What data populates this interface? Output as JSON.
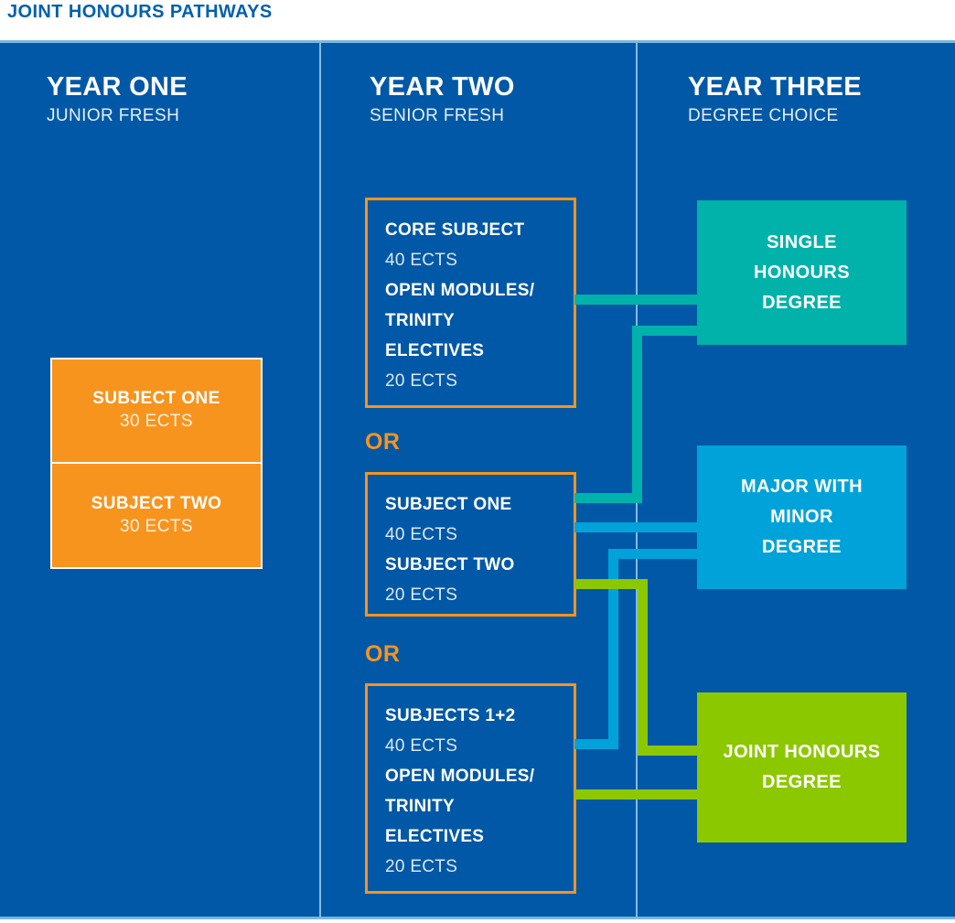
{
  "header": {
    "title": "JOINT HONOURS PATHWAYS"
  },
  "columns": [
    {
      "year": "YEAR ONE",
      "subtitle": "JUNIOR FRESH"
    },
    {
      "year": "YEAR TWO",
      "subtitle": "SENIOR FRESH"
    },
    {
      "year": "YEAR THREE",
      "subtitle": "DEGREE CHOICE"
    }
  ],
  "year_one": {
    "subjects": [
      {
        "title": "SUBJECT ONE",
        "ects": "30 ECTS"
      },
      {
        "title": "SUBJECT TWO",
        "ects": "30 ECTS"
      }
    ]
  },
  "year_two": {
    "or_labels": [
      "OR",
      "OR"
    ],
    "options": [
      {
        "lines": [
          {
            "text": "CORE SUBJECT",
            "style": "strong"
          },
          {
            "text": "40 ECTS",
            "style": "light"
          },
          {
            "text": "OPEN MODULES/",
            "style": "strong"
          },
          {
            "text": "TRINITY",
            "style": "strong"
          },
          {
            "text": "ELECTIVES",
            "style": "strong"
          },
          {
            "text": "20 ECTS",
            "style": "light"
          }
        ]
      },
      {
        "lines": [
          {
            "text": "SUBJECT ONE",
            "style": "strong"
          },
          {
            "text": "40 ECTS",
            "style": "light"
          },
          {
            "text": "SUBJECT TWO",
            "style": "strong"
          },
          {
            "text": "20 ECTS",
            "style": "light"
          }
        ]
      },
      {
        "lines": [
          {
            "text": "SUBJECTS 1+2",
            "style": "strong"
          },
          {
            "text": "40 ECTS",
            "style": "light"
          },
          {
            "text": "OPEN MODULES/",
            "style": "strong"
          },
          {
            "text": "TRINITY",
            "style": "strong"
          },
          {
            "text": "ELECTIVES",
            "style": "strong"
          },
          {
            "text": "20 ECTS",
            "style": "light"
          }
        ]
      }
    ]
  },
  "year_three": {
    "degrees": [
      {
        "name": "single-honours",
        "line1": "SINGLE",
        "line2": "HONOURS",
        "line3": "DEGREE",
        "color": "#00b2a9"
      },
      {
        "name": "major-with-minor",
        "line1": "MAJOR WITH",
        "line2": "MINOR",
        "line3": "DEGREE",
        "color": "#00a3d9"
      },
      {
        "name": "joint-honours",
        "line1": "JOINT HONOURS",
        "line2": "DEGREE",
        "line3": "",
        "color": "#8cc800"
      }
    ]
  },
  "colors": {
    "background_blue": "#0058a6",
    "title_blue": "#0060ae",
    "divider_blue": "#7fbce4",
    "orange": "#f7941e",
    "teal": "#00b2a9",
    "cyan": "#00a3d9",
    "green": "#8cc800",
    "white": "#ffffff"
  },
  "connectors": [
    {
      "from": "core-subject-option",
      "to": "single-honours",
      "color": "#00b2a9"
    },
    {
      "from": "subject-one-two-option",
      "to": "single-honours",
      "color": "#00b2a9"
    },
    {
      "from": "subject-one-two-option",
      "to": "major-with-minor",
      "color": "#00a3d9"
    },
    {
      "from": "subjects-1plus2-option",
      "to": "major-with-minor",
      "color": "#00a3d9"
    },
    {
      "from": "subject-one-two-option",
      "to": "joint-honours",
      "color": "#8cc800"
    },
    {
      "from": "subjects-1plus2-option",
      "to": "joint-honours",
      "color": "#8cc800"
    }
  ]
}
